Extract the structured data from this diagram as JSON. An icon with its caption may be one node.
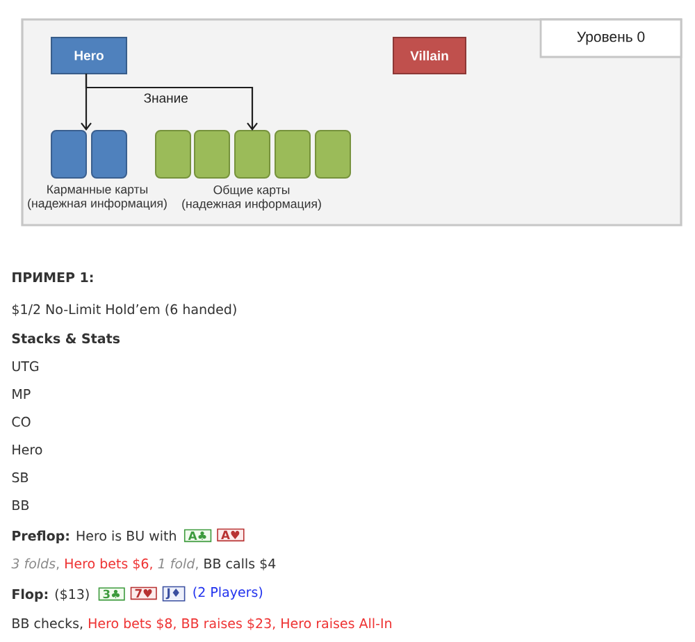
{
  "diagram": {
    "nodes": [
      {
        "text": [],
        "shape": "box"
      },
      {
        "text": [
          "Уровень 0"
        ],
        "in": 0
      },
      {
        "text": [
          "Hero"
        ],
        "in": 0
      },
      {
        "text": [
          "Villain"
        ],
        "in": 0
      },
      {
        "text": [],
        "shape": "box",
        "in": 0
      },
      {
        "text": [],
        "shape": "box",
        "in": 0
      },
      {
        "text": [],
        "shape": "box",
        "in": 0
      },
      {
        "text": [],
        "shape": "box",
        "in": 0
      },
      {
        "text": [],
        "shape": "box",
        "in": 0
      },
      {
        "text": [],
        "shape": "box",
        "in": 0
      },
      {
        "text": [],
        "shape": "box",
        "in": 0
      }
    ],
    "edges": [
      {
        "from": 2,
        "to": 4,
        "arrow": "to"
      },
      {
        "from": 2,
        "to": 8,
        "arrow": "to",
        "label": "Знание"
      }
    ],
    "labels": [
      "Карманные карты (надежная информация)",
      "Общие карты (надежная информация)",
      "ПРИМЕР 1:",
      "$1/2 No-Limit Hold’em (6 handed)",
      "Stacks & Stats",
      "UTG",
      "MP",
      "CO",
      "Hero",
      "SB",
      "BB",
      "**Preflop:** Hero is BU with",
      "A♣",
      "A♥",
      "*3 folds*,",
      "Hero bets $6,",
      "*1 fold*,",
      "BB calls $4",
      "**Flop:** ($13)",
      "3♣",
      "7♥",
      "J♦",
      "(2 Players)",
      "BB checks,",
      "Hero bets $8,",
      "BB raises $23,",
      "Hero raises All-In"
    ]
  }
}
